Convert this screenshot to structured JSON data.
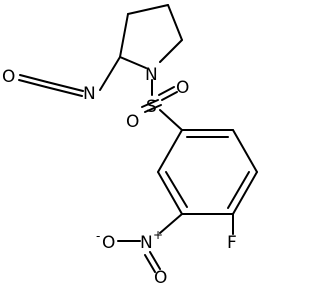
{
  "molecule": {
    "atoms": {
      "N_ring": "N",
      "S": "S",
      "O_s1": "O",
      "O_s2": "O",
      "N_iso": "N",
      "O_iso": "O",
      "N_nitro": "N",
      "N_nitro_charge": "+",
      "O_nitro1": "O",
      "O_nitro1_charge": "-",
      "O_nitro2": "O",
      "F": "F"
    }
  }
}
